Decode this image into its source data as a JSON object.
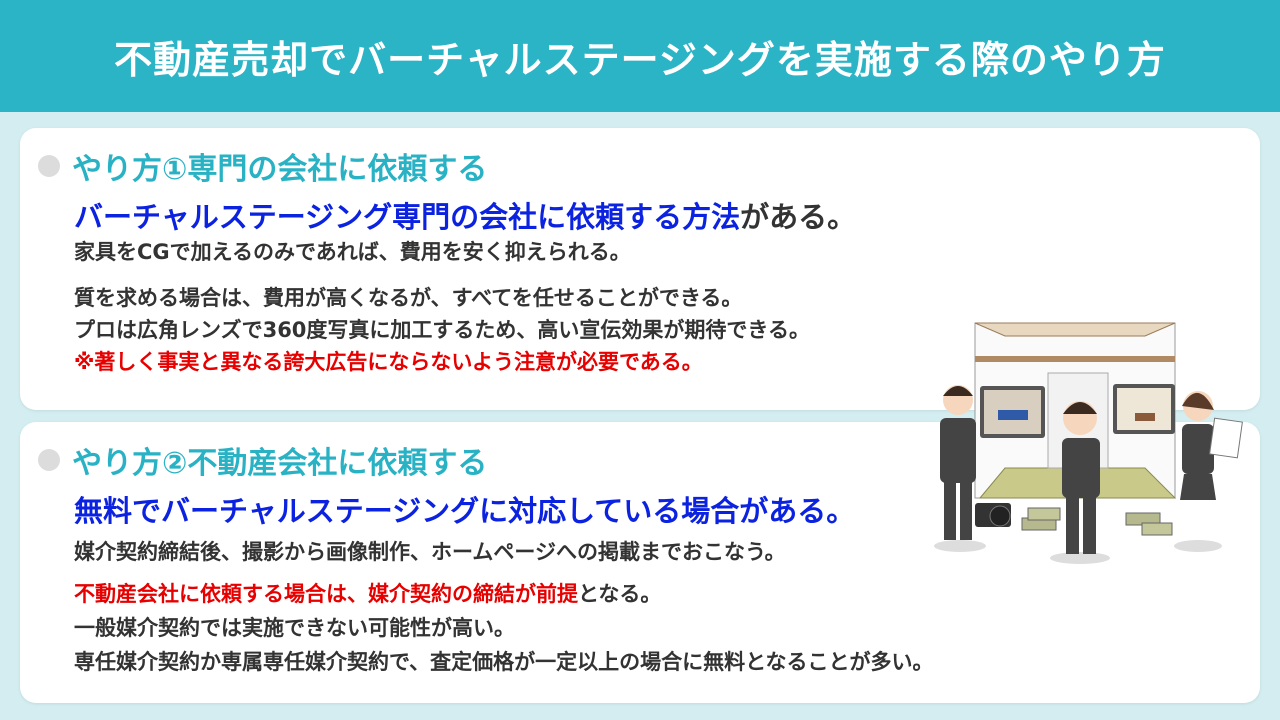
{
  "title": "不動産売却でバーチャルステージングを実施する際のやり方",
  "method1": {
    "heading": "やり方①専門の会社に依頼する",
    "lead_highlight": "バーチャルステージング専門の会社に依頼する方法",
    "lead_rest": "がある。",
    "line1": "家具をCGで加えるのみであれば、費用を安く抑えられる。",
    "line2": "質を求める場合は、費用が高くなるが、すべてを任せることができる。",
    "line3": "プロは広角レンズで360度写真に加工するため、高い宣伝効果が期待できる。",
    "warning": "※著しく事実と異なる誇大広告にならないよう注意が必要である。"
  },
  "method2": {
    "heading": "やり方②不動産会社に依頼する",
    "lead": "無料でバーチャルステージングに対応している場合がある。",
    "line1": "媒介契約締結後、撮影から画像制作、ホームページへの掲載までおこなう。",
    "line2_red": "不動産会社に依頼する場合は、媒介契約の締結が前提",
    "line2_rest": "となる。",
    "line3": "一般媒介契約では実施できない可能性が高い。",
    "line4": "専任媒介契約か専属専任媒介契約で、査定価格が一定以上の場合に無料となることが多い。"
  },
  "colors": {
    "header": "#2bb3c6",
    "heading": "#29b1c4",
    "blue": "#0b22e0",
    "red": "#e60000",
    "text": "#333333",
    "background": "#d3edf1"
  }
}
